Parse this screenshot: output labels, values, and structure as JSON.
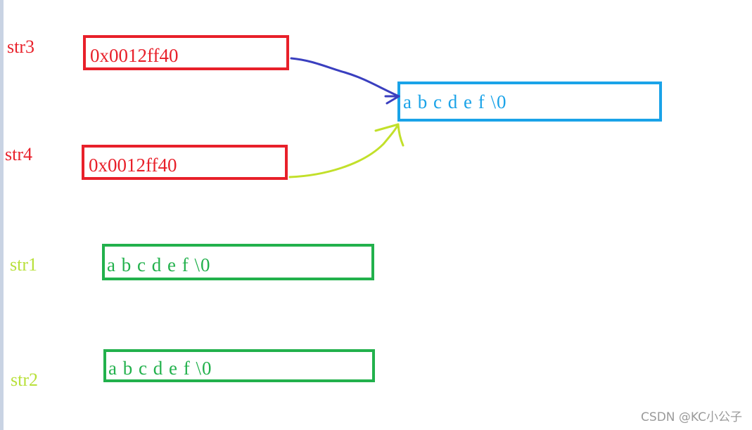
{
  "labels": {
    "str3": "str3",
    "str4": "str4",
    "str1": "str1",
    "str2": "str2"
  },
  "boxes": {
    "str3_value": "0x0012ff40",
    "str4_value": "0x0012ff40",
    "shared_string": "a b c d e f \\0",
    "str1_value": "a b c d e f \\0",
    "str2_value": "a b c d e f \\0"
  },
  "colors": {
    "pointer_box": "#e8202a",
    "shared_box": "#1aa3e8",
    "array_box": "#22b14c",
    "label_array": "#b8e03a",
    "arrow_str3": "#3a3fbf",
    "arrow_str4": "#c2e02a"
  },
  "watermark": "CSDN @KC小公子"
}
